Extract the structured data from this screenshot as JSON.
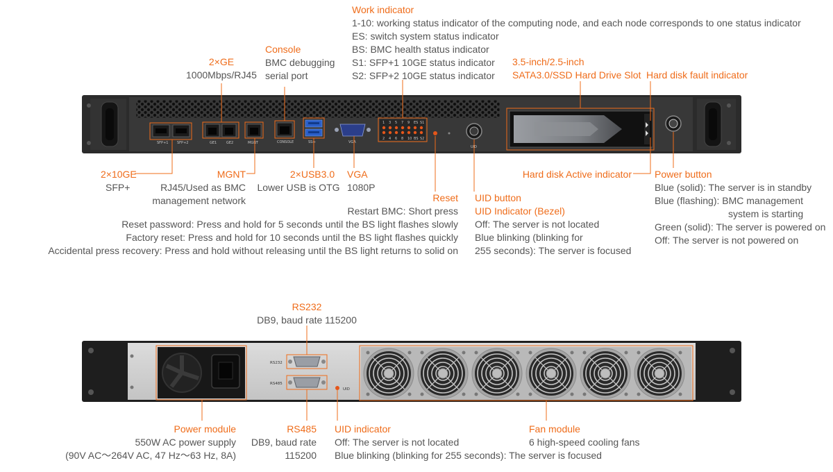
{
  "colors": {
    "accent": "#ef6c1a",
    "text": "#555555",
    "chassis": "#2a2a2a",
    "rear_panel": "#cfcfcf"
  },
  "front": {
    "work_indicator": {
      "title": "Work indicator",
      "lines": [
        "1-10: working status indicator of the computing node, and each node corresponds to one status indicator",
        "ES: switch system status indicator",
        "BS: BMC health status indicator",
        "S1: SFP+1 10GE status indicator",
        "S2: SFP+2 10GE status indicator"
      ]
    },
    "ge": {
      "title": "2×GE",
      "desc": "1000Mbps/RJ45"
    },
    "console": {
      "title": "Console",
      "desc1": "BMC debugging",
      "desc2": "serial port"
    },
    "drive_slot": {
      "title1": "3.5-inch/2.5-inch",
      "title2": "SATA3.0/SSD Hard Drive Slot"
    },
    "hdd_fault": {
      "title": "Hard disk fault indicator"
    },
    "ten_ge": {
      "title": "2×10GE",
      "desc": "SFP+"
    },
    "mgnt": {
      "title": "MGNT",
      "desc1": "RJ45/Used as BMC",
      "desc2": "management network"
    },
    "usb": {
      "title": "2×USB3.0",
      "desc": "Lower USB is OTG"
    },
    "vga": {
      "title": "VGA",
      "desc": "1080P"
    },
    "reset": {
      "title": "Reset",
      "lines": [
        "Restart BMC: Short press",
        "Reset password: Press and hold for 5 seconds until the BS light flashes slowly",
        "Factory reset: Press and hold for 10 seconds until the BS light flashes quickly",
        "Accidental press recovery: Press and hold without releasing until the BS light returns to solid on"
      ]
    },
    "uid": {
      "title1": "UID button",
      "title2": "UID Indicator (Bezel)",
      "lines": [
        "Off: The server is not located",
        "Blue blinking (blinking for",
        "255 seconds): The server is focused"
      ]
    },
    "hdd_active": {
      "title": "Hard disk Active indicator"
    },
    "power": {
      "title": "Power button",
      "lines": [
        "Blue (solid): The server is in standby",
        "Blue (flashing): BMC management",
        "system is starting",
        "Green (solid): The server is powered on",
        "Off: The server is not powered on"
      ]
    },
    "silk": {
      "sfp1": "SFP+1",
      "sfp2": "SFP+2",
      "ge1": "GE1",
      "ge2": "GE2",
      "mgnt": "MGNT",
      "console": "CONSOLE",
      "usb": "SS⇔",
      "vga": "VGA",
      "uid": "UID",
      "led_top": [
        "1",
        "3",
        "5",
        "7",
        "9",
        "ES",
        "S1"
      ],
      "led_bottom": [
        "2",
        "4",
        "6",
        "8",
        "10",
        "BS",
        "S2"
      ]
    }
  },
  "rear": {
    "rs232": {
      "title": "RS232",
      "desc": "DB9, baud rate 115200"
    },
    "power_module": {
      "title": "Power module",
      "desc1": "550W AC power supply",
      "desc2": "(90V AC～264V AC, 47 Hz～63 Hz, 8A)"
    },
    "rs485": {
      "title": "RS485",
      "desc1": "DB9, baud rate",
      "desc2": "115200"
    },
    "uid": {
      "title": "UID indicator",
      "lines": [
        "Off: The server is not located",
        "Blue blinking (blinking for 255 seconds): The server is focused"
      ]
    },
    "fan": {
      "title": "Fan module",
      "desc": "6 high-speed cooling fans"
    },
    "silk": {
      "rs232": "RS232",
      "rs485": "RS485",
      "uid": "UID"
    }
  }
}
